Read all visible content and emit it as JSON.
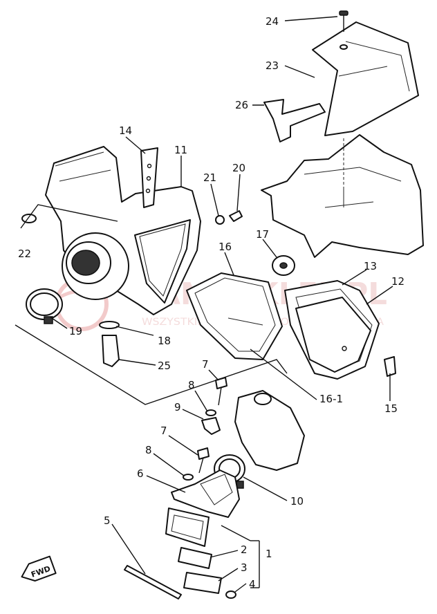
{
  "watermark": {
    "brand": "YAMASKLEP.PL",
    "tagline": "WSZYSTKIE CZĘŚCI DO MOTOCYKLI YAMAHA",
    "color": "#e8a0a0"
  },
  "fwd_label": "FWD",
  "callouts": [
    "24",
    "23",
    "26",
    "14",
    "11",
    "21",
    "20",
    "22",
    "17",
    "16",
    "13",
    "12",
    "19",
    "18",
    "25",
    "16-1",
    "15",
    "7",
    "8",
    "9",
    "7",
    "8",
    "6",
    "10",
    "5",
    "2",
    "1",
    "3",
    "4"
  ]
}
